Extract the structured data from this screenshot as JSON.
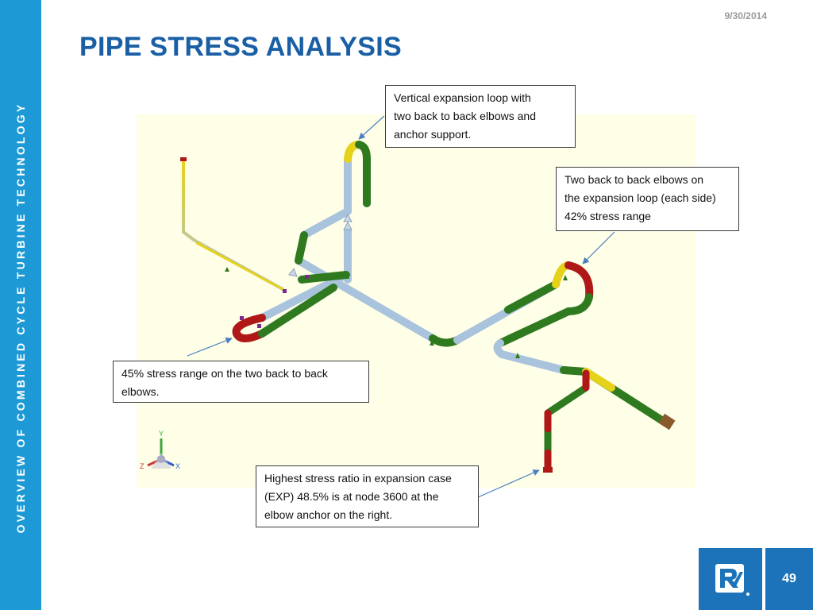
{
  "slide": {
    "sidebar_text": "OVERVIEW OF COMBINED CYCLE TURBINE TECHNOLOGY",
    "date": "9/30/2014",
    "title": "PIPE STRESS ANALYSIS",
    "page_number": "49"
  },
  "callouts": {
    "vertical_loop": [
      "Vertical expansion loop with",
      "two back to back elbows and",
      "anchor support."
    ],
    "back_to_back": [
      "Two back to back elbows on",
      "the expansion loop (each side)",
      "42% stress range"
    ],
    "left_elbows": [
      "45% stress range on the two back to back",
      "elbows."
    ],
    "highest_stress": [
      "Highest stress ratio in expansion case",
      "(EXP) 48.5% is at node 3600 at the",
      "elbow anchor on the right."
    ]
  },
  "axes": {
    "y": "Y",
    "x": "X",
    "z": "Z"
  },
  "colors": {
    "sidebar": "#1d9ad6",
    "title": "#1a5fa5",
    "pipe": "#a9c3dd",
    "low_stress": "#2f7a1f",
    "mid_stress": "#e6d21a",
    "high_stress": "#b01818",
    "model_background": "#ffffe8"
  }
}
